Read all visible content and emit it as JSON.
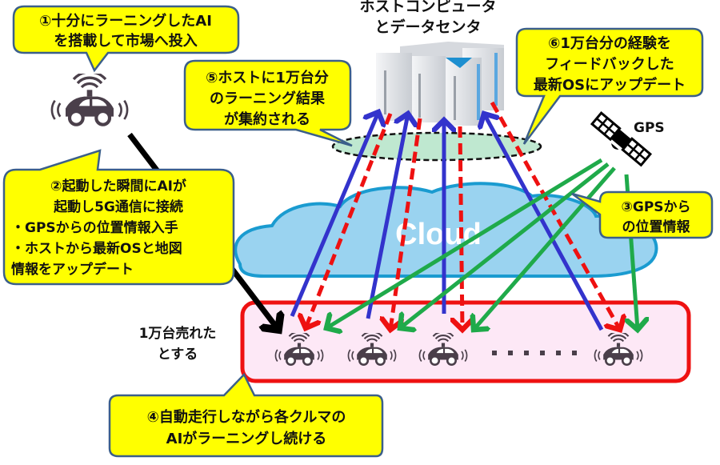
{
  "title": "AI自動運転車とホスト・クラウド連携の概念図",
  "host": {
    "label_lines": [
      "ホストコンピュータ",
      "とデータセンタ"
    ]
  },
  "cloud": {
    "label": "Cloud"
  },
  "gps": {
    "label": "GPS"
  },
  "fleet": {
    "label_lines": [
      "1万台売れた",
      "とする"
    ],
    "ellipsis": "……",
    "car_count_shown": 4
  },
  "callouts": [
    {
      "id": "step1",
      "lines": [
        "①十分にラーニングしたAI",
        "を搭載して市場へ投入"
      ]
    },
    {
      "id": "step2",
      "lines": [
        "②起動した瞬間にAIが",
        "起動し5G通信に接続",
        "・GPSからの位置情報入手",
        "・ホストから最新OSと地図",
        "情報をアップデート"
      ]
    },
    {
      "id": "step3",
      "lines": [
        "③GPSから",
        "の位置情報"
      ]
    },
    {
      "id": "step4",
      "lines": [
        "④自動走行しながら各クルマの",
        "AIがラーニングし続ける"
      ]
    },
    {
      "id": "step5",
      "lines": [
        "⑤ホストに1万台分",
        "のラーニング結果",
        "が集約される"
      ]
    },
    {
      "id": "step6",
      "lines": [
        "⑥1万台分の経験を",
        "フィードバックした",
        "最新OSにアップデート"
      ]
    }
  ],
  "legend_semantics": {
    "blue_solid": "車→ホスト (ラーニング結果アップロード)",
    "red_dashed": "ホスト→車 (最新OS配信)",
    "green_solid": "GPS→車 (位置情報)"
  },
  "colors": {
    "callout_fill": "#ffff00",
    "callout_stroke": "#3b5f8a",
    "upload_arrow": "#3333cc",
    "download_arrow": "#ee1111",
    "gps_arrow": "#1faa4a",
    "cloud_fill": "#9ad3f0",
    "cloud_stroke": "#1a9bd0",
    "fleet_fill": "#fde8f6",
    "fleet_stroke": "#ee1111",
    "aggregation_fill": "#bfe8d0"
  }
}
